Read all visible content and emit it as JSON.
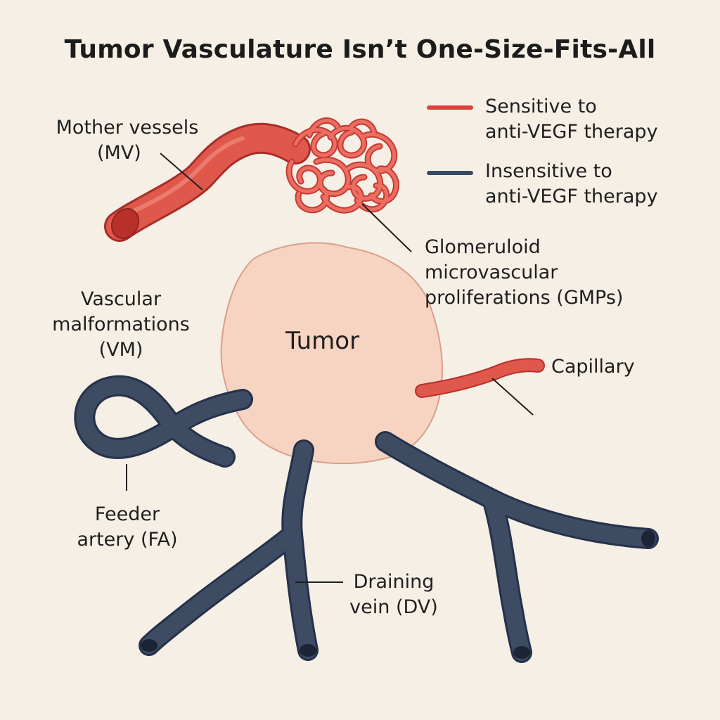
{
  "title": "Tumor Vasculature Isn’t One-Size-Fits-All",
  "legend": {
    "sensitive": {
      "line1": "Sensitive to",
      "line2": "anti-VEGF therapy",
      "color": "#d9423b"
    },
    "insensitive": {
      "line1": "Insensitive to",
      "line2": "anti-VEGF therapy",
      "color": "#3b4a63"
    }
  },
  "labels": {
    "mother_vessels": {
      "line1": "Mother vessels",
      "line2": "(MV)"
    },
    "gmp": {
      "line1": "Glomeruloid",
      "line2": "microvascular",
      "line3": "proliferations (GMPs)"
    },
    "vascular_malformations": {
      "line1": "Vascular",
      "line2": "malformations",
      "line3": "(VM)"
    },
    "tumor": "Tumor",
    "capillary": "Capillary",
    "feeder_artery": {
      "line1": "Feeder",
      "line2": "artery (FA)"
    },
    "draining_vein": {
      "line1": "Draining",
      "line2": "vein (DV)"
    }
  },
  "colors": {
    "background": "#f5efe6",
    "tumor_fill": "#f7d3c2",
    "tumor_stroke": "#d9a08a",
    "red_vessel": "#e0574b",
    "red_vessel_dark": "#b8302a",
    "blue_vessel": "#3d4b63",
    "blue_vessel_dark": "#26314a"
  }
}
